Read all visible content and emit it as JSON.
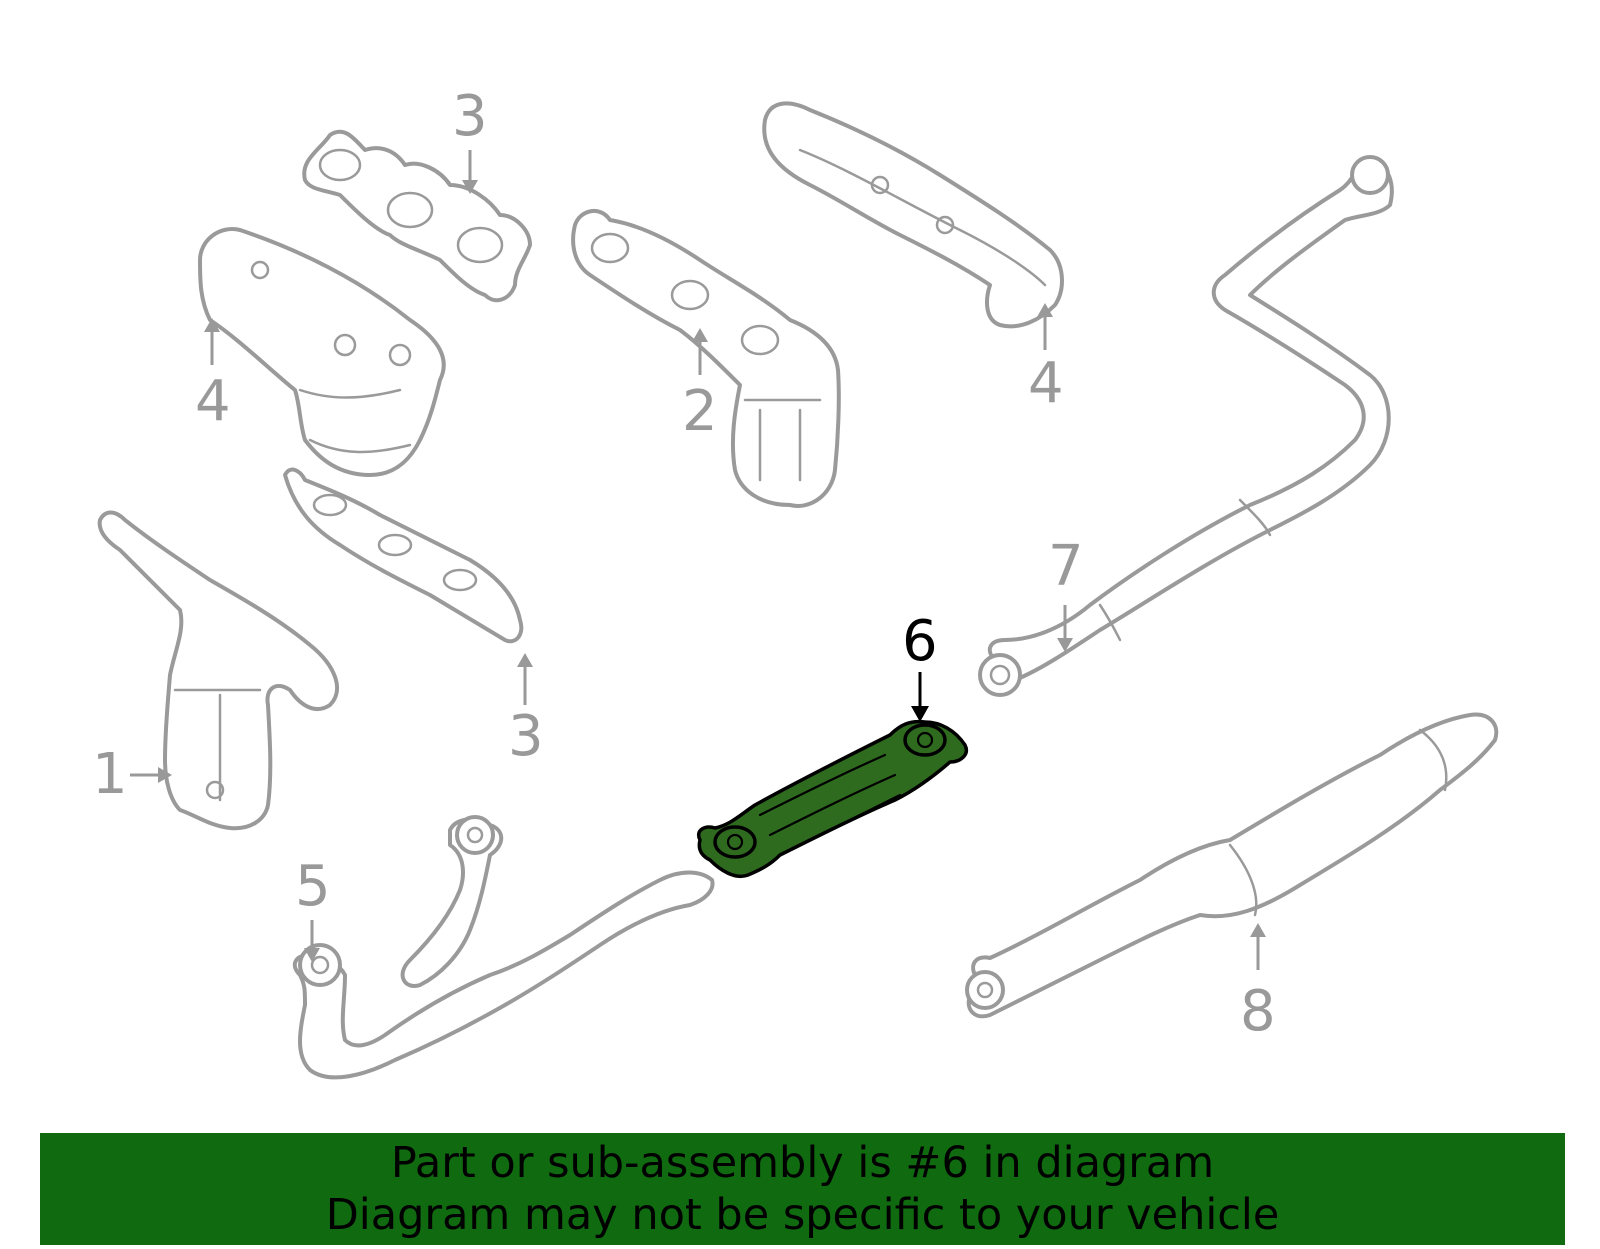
{
  "diagram": {
    "callouts": {
      "c1": "1",
      "c2": "2",
      "c3a": "3",
      "c3b": "3",
      "c4a": "4",
      "c4b": "4",
      "c5": "5",
      "c6": "6",
      "c7": "7",
      "c8": "8"
    },
    "highlighted_part": "6",
    "highlight_color": "#2f6b1f",
    "part_color": "#9a9a9a"
  },
  "banner": {
    "line1": "Part or sub-assembly is #6 in diagram",
    "line2": "Diagram may not be specific to your vehicle",
    "background": "#0f6a10"
  }
}
